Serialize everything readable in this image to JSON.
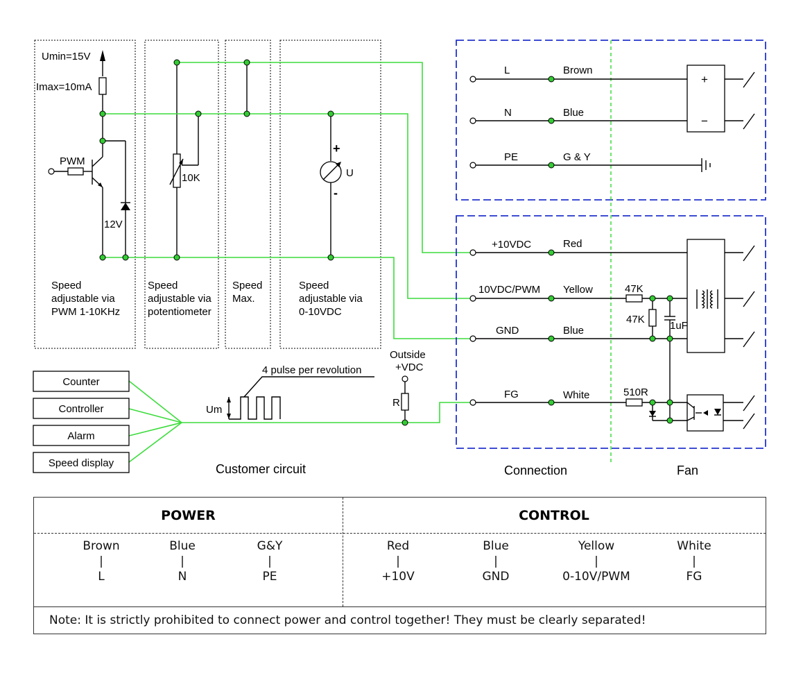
{
  "customer": {
    "umin": "Umin=15V",
    "imax": "Imax=10mA",
    "pwm": "PWM",
    "zener": "12V",
    "pot": "10K",
    "plus": "+",
    "minus": "-",
    "u": "U",
    "speed_pwm": [
      "Speed",
      "adjustable via",
      "PWM 1-10KHz"
    ],
    "speed_pot": [
      "Speed",
      "adjustable via",
      "potentiometer"
    ],
    "speed_max": [
      "Speed",
      "Max."
    ],
    "speed_vdc": [
      "Speed",
      "adjustable via",
      "0-10VDC"
    ],
    "pulse": "4 pulse per revolution",
    "um": "Um",
    "outside": [
      "Outside",
      "+VDC"
    ],
    "r": "R",
    "devices": [
      "Counter",
      "Controller",
      "Alarm",
      "Speed display"
    ],
    "caption": "Customer circuit"
  },
  "connection": {
    "caption": "Connection",
    "power": [
      {
        "terminal": "L",
        "wire": "Brown"
      },
      {
        "terminal": "N",
        "wire": "Blue"
      },
      {
        "terminal": "PE",
        "wire": "G & Y"
      }
    ],
    "control": [
      {
        "terminal": "+10VDC",
        "wire": "Red"
      },
      {
        "terminal": "10VDC/PWM",
        "wire": "Yellow"
      },
      {
        "terminal": "GND",
        "wire": "Blue"
      },
      {
        "terminal": "FG",
        "wire": "White"
      }
    ]
  },
  "fan": {
    "caption": "Fan",
    "plus": "+",
    "minus": "−",
    "r1": "47K",
    "r2": "47K",
    "cap": "1uF",
    "r3": "510R"
  },
  "table": {
    "power_title": "POWER",
    "control_title": "CONTROL",
    "columns": [
      {
        "color": "Brown",
        "pin": "L"
      },
      {
        "color": "Blue",
        "pin": "N"
      },
      {
        "color": "G&Y",
        "pin": "PE"
      },
      {
        "color": "Red",
        "pin": "+10V"
      },
      {
        "color": "Blue",
        "pin": "GND"
      },
      {
        "color": "Yellow",
        "pin": "0-10V/PWM"
      },
      {
        "color": "White",
        "pin": "FG"
      }
    ],
    "note": "Note: It is strictly prohibited to connect power and control together!  They must be clearly separated!"
  },
  "colors": {
    "wire_highlight": "#3cdc3c",
    "node": "#33cc33",
    "boundary": "#2233cc"
  }
}
